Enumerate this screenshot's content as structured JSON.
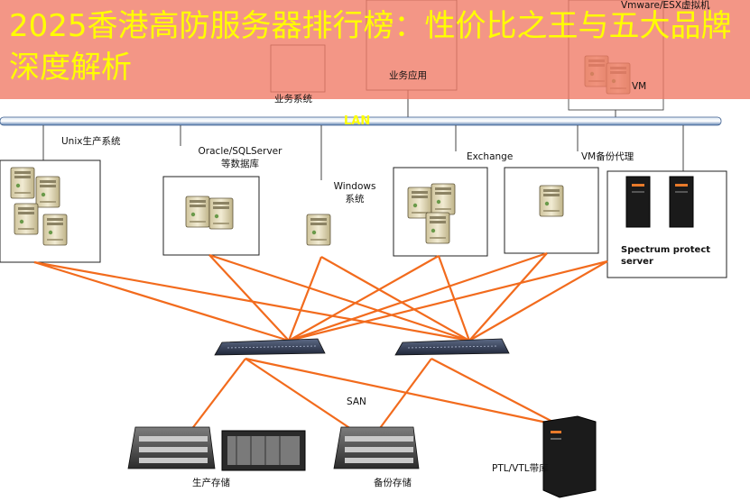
{
  "banner": {
    "title": "2025香港高防服务器排行榜：性价比之王与五大品牌深度解析",
    "title_color": "#ffff00",
    "background": "#f07864"
  },
  "top_groups": {
    "left_label": "业务系统",
    "middle_label": "业务应用",
    "right_label": "Vmware/ESX虚拟机",
    "right_inner_label": "VM"
  },
  "lan": {
    "label": "LAN"
  },
  "hosts": {
    "unix": "Unix生产系统",
    "oracle_line1": "Oracle/SQLServer",
    "oracle_line2": "等数据库",
    "windows_line1": "Windows",
    "windows_line2": "系统",
    "exchange": "Exchange",
    "vm_proxy": "VM备份代理",
    "spectrum_line1": "Spectrum protect",
    "spectrum_line2": "server"
  },
  "san": {
    "label": "SAN"
  },
  "storage": {
    "production": "生产存储",
    "backup": "备份存储",
    "tape": "PTL/VTL带库"
  },
  "colors": {
    "fiber": "#f26b1d",
    "lan_bar": "#4a6fa5",
    "server_body": "#e8dfc0",
    "frame": "#222222"
  }
}
